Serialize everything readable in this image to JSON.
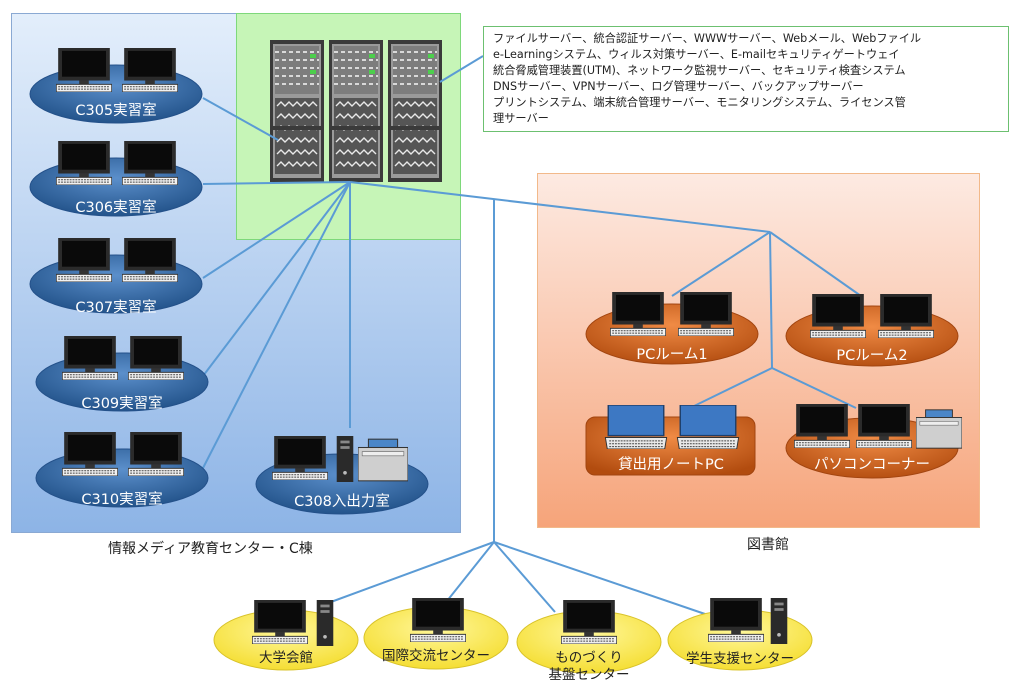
{
  "buildings": {
    "media_center": {
      "caption": "情報メディア教育センター・C棟"
    },
    "library": {
      "caption": "図書館"
    }
  },
  "server_note": {
    "lines": [
      "ファイルサーバー、統合認証サーバー、WWWサーバー、Webメール、Webファイル",
      "e-Learningシステム、ウィルス対策サーバー、E-mailセキュリティゲートウェイ",
      "統合脅威管理装置(UTM)、ネットワーク監視サーバー、セキュリティ検査システム",
      "DNSサーバー、VPNサーバー、ログ管理サーバー、バックアップサーバー",
      "プリントシステム、端末統合管理サーバー、モニタリングシステム、ライセンス管",
      "理サーバー"
    ]
  },
  "rooms": {
    "c305": "C305実習室",
    "c306": "C306実習室",
    "c307": "C307実習室",
    "c309": "C309実習室",
    "c310": "C310実習室",
    "c308": "C308入出力室",
    "pc_room1": "PCルーム1",
    "pc_room2": "PCルーム2",
    "laptops": "貸出用ノートPC",
    "pc_corner": "パソコンコーナー",
    "univ_hall": "大学会館",
    "intl_center": "国際交流センター",
    "monozukuri_line1": "ものづくり",
    "monozukuri_line2": "基盤センター",
    "student_support": "学生支援センター"
  },
  "colors": {
    "media_center_fill_top": "#dce9f8",
    "media_center_fill_bottom": "#8fb5e6",
    "server_area": "#c6f5b7",
    "library_fill_top": "#fde5dc",
    "library_fill_bottom": "#f6a57c",
    "room_blue": "#2f6aa6",
    "room_orange": "#d5641d",
    "room_yellow": "#fbeb52",
    "link_line": "#5b9bd5"
  }
}
